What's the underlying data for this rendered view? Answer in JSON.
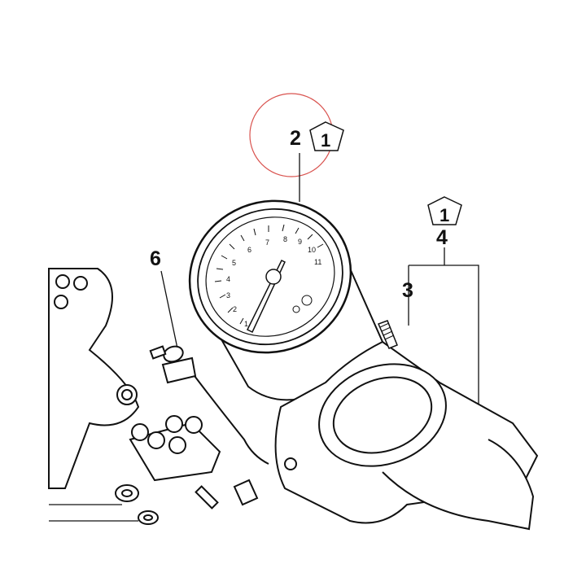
{
  "diagram": {
    "callouts": {
      "part_2": "2",
      "part_3": "3",
      "part_4": "4",
      "part_6": "6"
    },
    "reference_tags": {
      "tag_near_2": "1",
      "tag_near_4": "1"
    },
    "gauge_dial": {
      "ticks": [
        "1",
        "2",
        "3",
        "4",
        "5",
        "6",
        "7",
        "8",
        "9",
        "10",
        "11"
      ]
    },
    "colors": {
      "line": "#111111",
      "highlight_circle": "#d9534f",
      "background": "#ffffff"
    }
  }
}
